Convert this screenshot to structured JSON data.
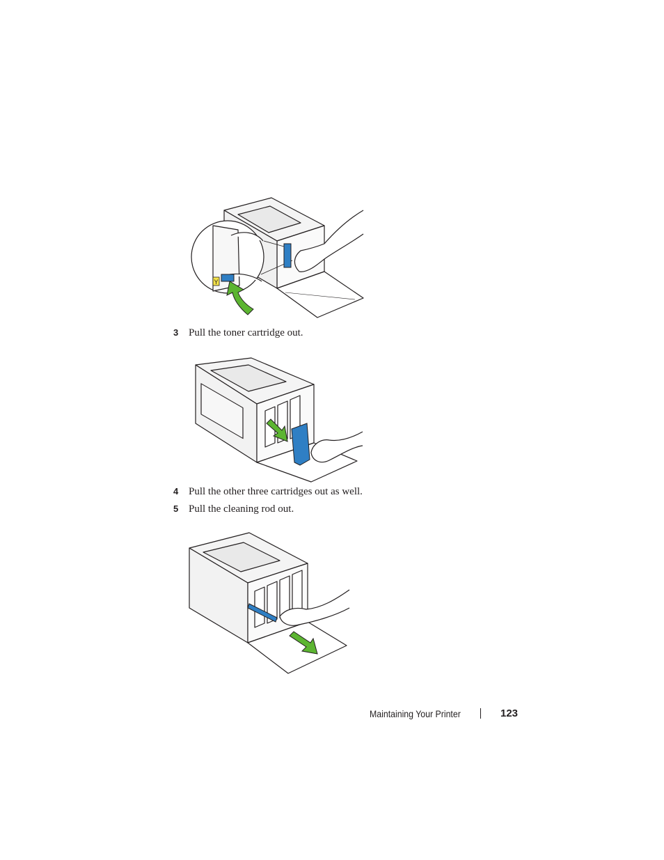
{
  "steps": [
    {
      "number": "3",
      "text": "Pull the toner cartridge out."
    },
    {
      "number": "4",
      "text": "Pull the other three cartridges out as well."
    },
    {
      "number": "5",
      "text": "Pull the cleaning rod out."
    }
  ],
  "figure1": {
    "callout_label": "Y"
  },
  "footer": {
    "section": "Maintaining Your Printer",
    "page_number": "123"
  },
  "colors": {
    "cartridge_blue": "#2f7fc4",
    "arrow_green": "#5cb531",
    "text": "#231f20"
  }
}
